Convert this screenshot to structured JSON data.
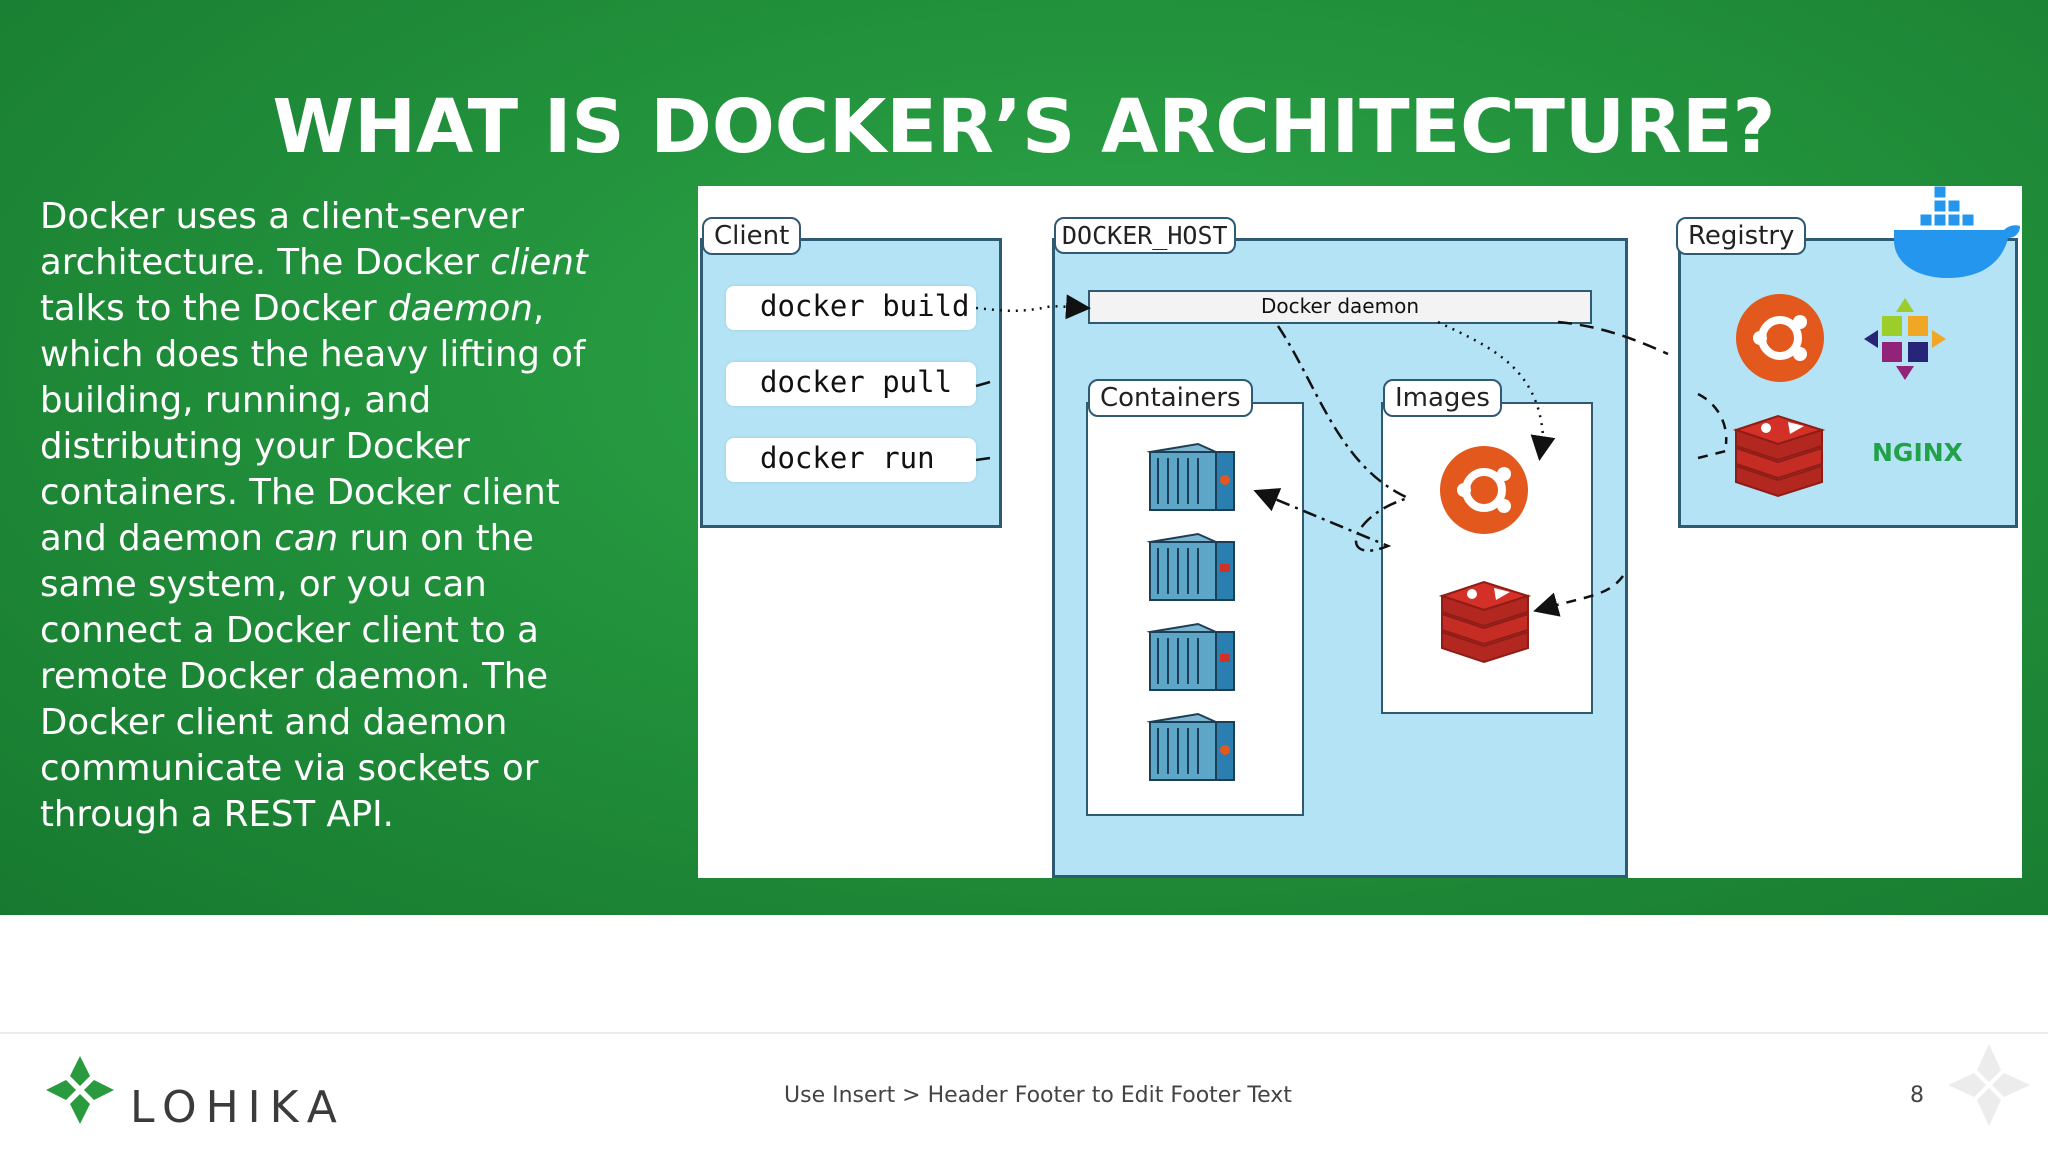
{
  "slide": {
    "title": "WHAT IS DOCKER’S ARCHITECTURE?",
    "body": {
      "p1": "Docker uses a client-server architecture. The Docker ",
      "client_word": "client",
      "p2": " talks to the Docker ",
      "daemon_word": "daemon",
      "p3": ", which does the heavy lifting of building, running, and distributing your Docker containers. The Docker client and daemon ",
      "can_word": "can",
      "p4": " run on the same system, or you can connect a Docker client to a remote Docker daemon. The Docker client and daemon communicate via sockets or through a REST API."
    }
  },
  "diagram": {
    "client_label": "Client",
    "commands": [
      "docker build",
      "docker pull",
      "docker run"
    ],
    "host_label": "DOCKER_HOST",
    "daemon_label": "Docker daemon",
    "containers_label": "Containers",
    "images_label": "Images",
    "registry_label": "Registry",
    "nginx_label": "NGINX"
  },
  "footer": {
    "brand": "LOHIKA",
    "text": "Use Insert > Header Footer to Edit Footer Text",
    "page_number": "8"
  },
  "colors": {
    "green_bg": "#22923c",
    "box_blue": "#b3e3f5",
    "box_border": "#2f5a74",
    "ubuntu_orange": "#e2581d",
    "redis_red": "#d33128",
    "brand_green": "#2a9a3f"
  }
}
